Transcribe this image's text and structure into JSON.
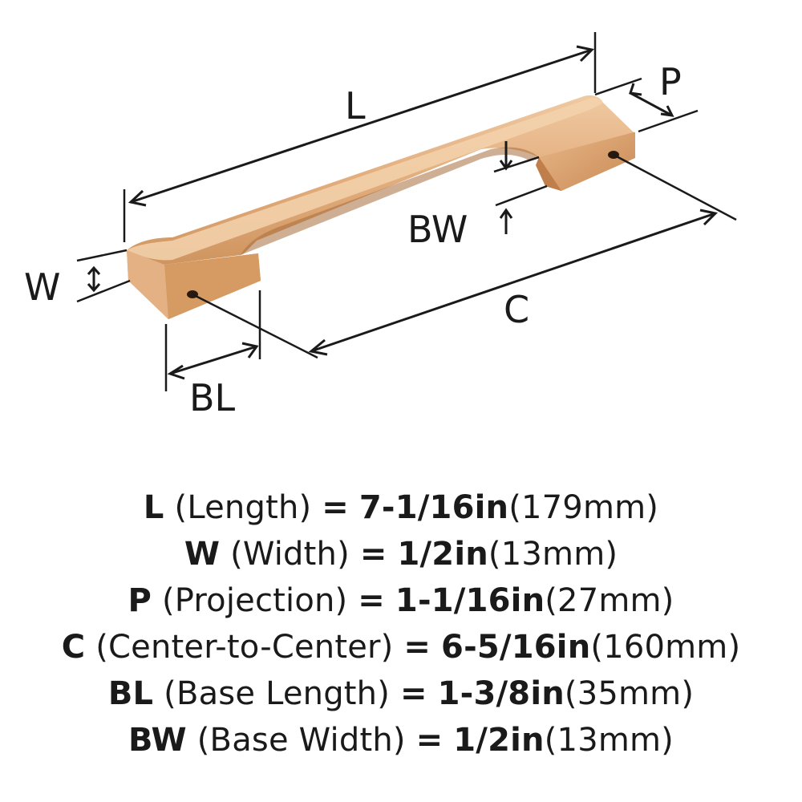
{
  "diagram": {
    "labels": {
      "L": "L",
      "P": "P",
      "W": "W",
      "BW": "BW",
      "C": "C",
      "BL": "BL"
    },
    "colors": {
      "finish_base": "#d4955b",
      "finish_highlight": "#edc198",
      "finish_shadow": "#b87a45",
      "ink": "#1a1a1a"
    }
  },
  "specs": [
    {
      "label": "L",
      "name": "(Length)",
      "eq": "=",
      "value": "7-1/16in",
      "metric": "(179mm)"
    },
    {
      "label": "W",
      "name": "(Width)",
      "eq": "=",
      "value": "1/2in",
      "metric": "(13mm)"
    },
    {
      "label": "P",
      "name": "(Projection)",
      "eq": "=",
      "value": "1-1/16in",
      "metric": "(27mm)"
    },
    {
      "label": "C",
      "name": "(Center-to-Center)",
      "eq": "=",
      "value": "6-5/16in",
      "metric": "(160mm)"
    },
    {
      "label": "BL",
      "name": "(Base Length)",
      "eq": "=",
      "value": "1-3/8in",
      "metric": "(35mm)"
    },
    {
      "label": "BW",
      "name": "(Base Width)",
      "eq": "=",
      "value": "1/2in",
      "metric": "(13mm)"
    }
  ]
}
